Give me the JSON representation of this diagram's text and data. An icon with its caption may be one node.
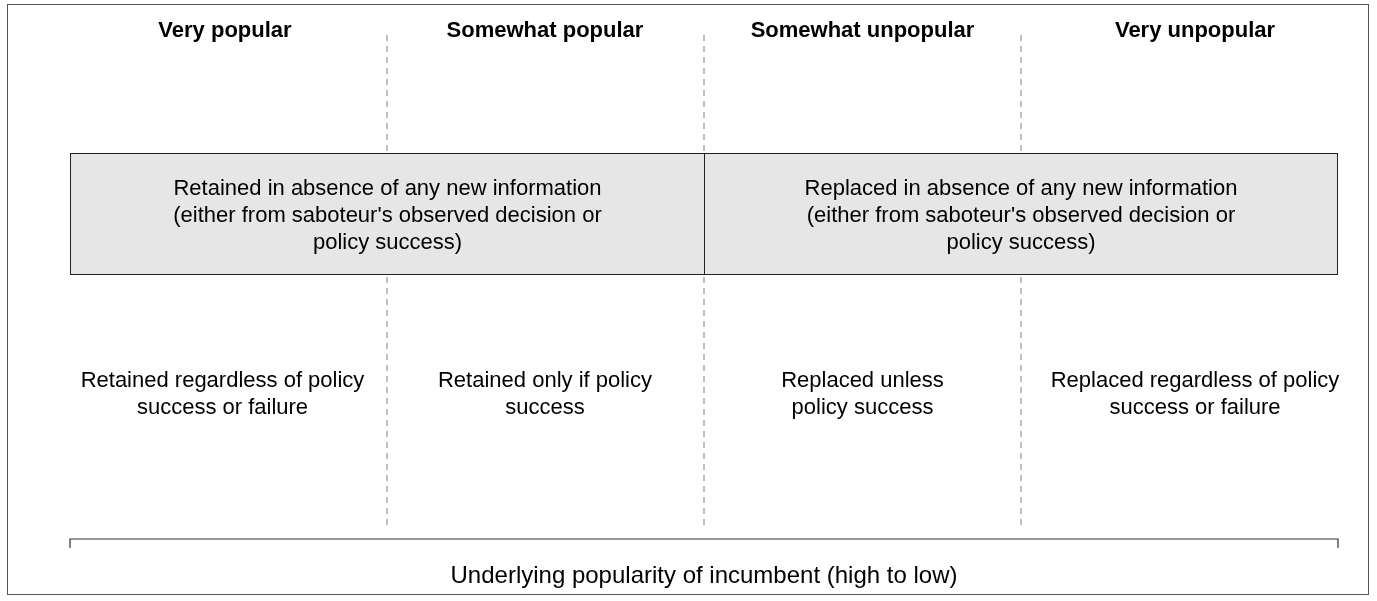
{
  "diagram": {
    "nodes": [
      {
        "text": [
          "Retained in absence of any new information (either from saboteur's observed decision or policy success)"
        ]
      },
      {
        "text": [
          "Replaced in absence of any new information (either from saboteur's observed decision or policy success)"
        ]
      }
    ],
    "labels": [
      "Very popular",
      "Somewhat popular",
      "Somewhat unpopular",
      "Very unpopular",
      "Retained regardless of policy success or failure",
      "Retained only if policy success",
      "Replaced unless policy success",
      "Replaced regardless of policy success or failure",
      "Underlying popularity of incumbent (high to low)"
    ]
  }
}
